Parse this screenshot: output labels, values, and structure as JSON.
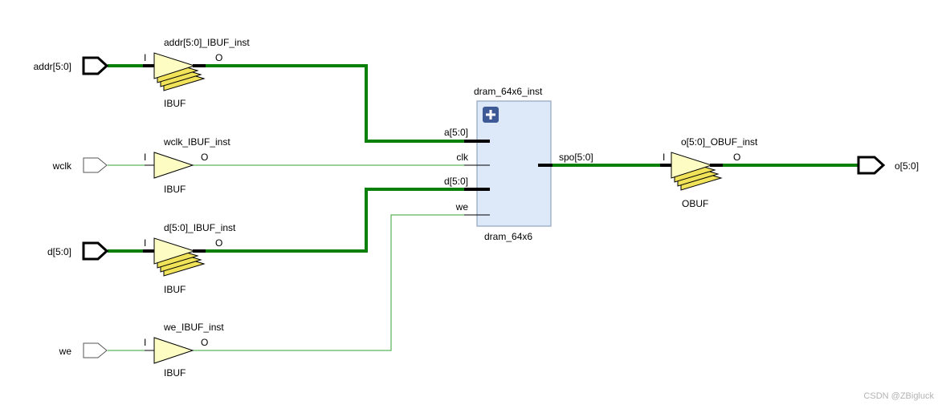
{
  "colors": {
    "bus_wire": "#0a7f0a",
    "single_wire": "#33a533",
    "buffer_fill": "#fdfdc3",
    "buffer_stripe": "#f0e35a",
    "block_fill": "#dde9f8",
    "block_border": "#7f94b3",
    "expand_button": "#3d5a96",
    "port_outline": "#000000"
  },
  "ports": {
    "addr": "addr[5:0]",
    "wclk": "wclk",
    "d": "d[5:0]",
    "we": "we",
    "o": "o[5:0]"
  },
  "buffers": {
    "addr_ibuf": {
      "instance": "addr[5:0]_IBUF_inst",
      "type": "IBUF",
      "pin_in": "I",
      "pin_out": "O",
      "bus": true
    },
    "wclk_ibuf": {
      "instance": "wclk_IBUF_inst",
      "type": "IBUF",
      "pin_in": "I",
      "pin_out": "O",
      "bus": false
    },
    "d_ibuf": {
      "instance": "d[5:0]_IBUF_inst",
      "type": "IBUF",
      "pin_in": "I",
      "pin_out": "O",
      "bus": true
    },
    "we_ibuf": {
      "instance": "we_IBUF_inst",
      "type": "IBUF",
      "pin_in": "I",
      "pin_out": "O",
      "bus": false
    },
    "o_obuf": {
      "instance": "o[5:0]_OBUF_inst",
      "type": "OBUF",
      "pin_in": "I",
      "pin_out": "O",
      "bus": true
    }
  },
  "ram_block": {
    "instance": "dram_64x6_inst",
    "type": "dram_64x6",
    "pins": {
      "a": "a[5:0]",
      "clk": "clk",
      "d": "d[5:0]",
      "we": "we",
      "spo": "spo[5:0]"
    }
  },
  "watermark": "CSDN @ZBigluck"
}
